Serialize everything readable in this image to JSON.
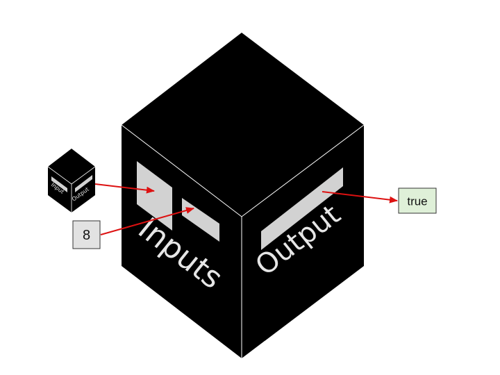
{
  "cube": {
    "input_label": "Inputs",
    "output_label": "Output"
  },
  "mini_cube": {
    "input_label": "Input",
    "output_label": "Output"
  },
  "input_value": {
    "text": "8",
    "fill": "#e2e2e2"
  },
  "output_value": {
    "text": "true",
    "fill": "#dff0d8"
  },
  "colors": {
    "cube_fill": "#000000",
    "cube_edge": "#ffffff",
    "slot_fill": "#d2d2d2",
    "arrow": "#dd1111",
    "box_border": "#333333"
  }
}
